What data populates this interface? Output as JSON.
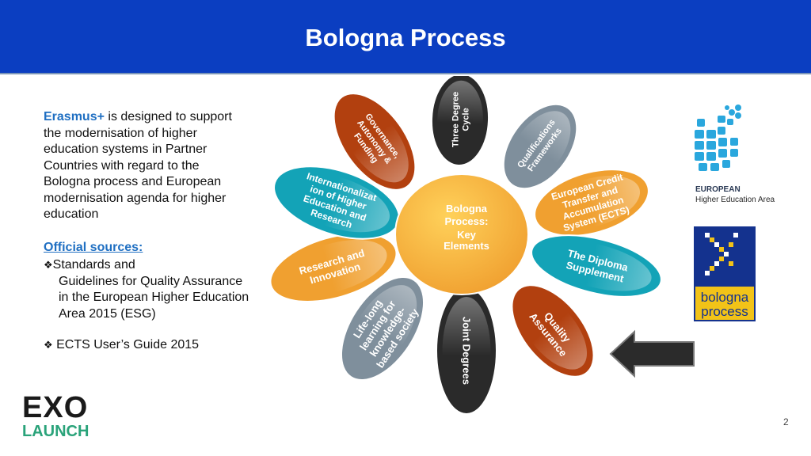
{
  "title": "Bologna Process",
  "intro": {
    "brand": "Erasmus+",
    "text": " is designed to support the modernisation of higher education systems in Partner Countries with regard to the Bologna process and European modernisation agenda for higher education"
  },
  "sources": {
    "heading": "Official sources:",
    "bullet": "❖",
    "item1_first": "Standards and",
    "item1_rest": "Guidelines for Quality Assurance in the European Higher Education Area 2015 (ESG)",
    "item2": " ECTS User’s Guide 2015"
  },
  "diagram": {
    "center": [
      "Bologna",
      "Process:",
      "Key",
      "Elements"
    ],
    "petals": [
      {
        "lines": [
          "Three Degree",
          "Cycle"
        ],
        "color": "#2a2a2a"
      },
      {
        "lines": [
          "Qualifications",
          "Frameworks"
        ],
        "color": "#7f8f9c"
      },
      {
        "lines": [
          "European Credit",
          "Transfer and",
          "Accumulation",
          "System (ECTS)"
        ],
        "color": "#f0a030"
      },
      {
        "lines": [
          "The Diploma",
          "Supplement"
        ],
        "color": "#13a3b7"
      },
      {
        "lines": [
          "Quality",
          "Assurance"
        ],
        "color": "#b2400f"
      },
      {
        "lines": [
          "Joint Degrees"
        ],
        "color": "#2a2a2a"
      },
      {
        "lines": [
          "Life-long",
          "learning for",
          "knowledge-",
          "based society"
        ],
        "color": "#7f8f9c"
      },
      {
        "lines": [
          "Research and",
          "Innovation"
        ],
        "color": "#f0a030"
      },
      {
        "lines": [
          "Internationalizat",
          "ion of Higher",
          "Education and",
          "Research"
        ],
        "color": "#13a3b7"
      },
      {
        "lines": [
          "Governance,",
          "Autonomy &",
          "Funding"
        ],
        "color": "#b2400f"
      }
    ]
  },
  "ehea": {
    "line1": "EUROPEAN",
    "line2": "Higher Education Area"
  },
  "bologna_logo": {
    "line1": "bologna",
    "line2": "process"
  },
  "exo_logo": {
    "line1": "EXO",
    "line2": "LAUNCH"
  },
  "page_number": "2",
  "colors": {
    "header": "#0b3ec1",
    "accent": "#1f6fc2",
    "exo_green": "#2aa37a"
  }
}
